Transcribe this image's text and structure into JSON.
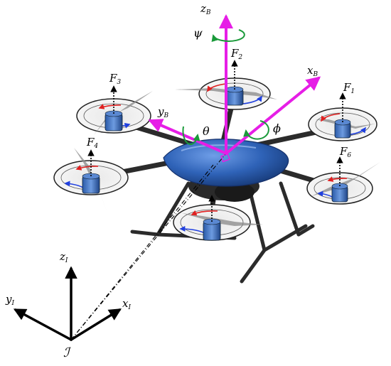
{
  "colors": {
    "body_axes": "#e61ee6",
    "inertial_axes": "#000000",
    "rotation_arrows": "#1a9a3a",
    "drone_body": "#2f63b8",
    "drone_body_dark": "#1d3f80",
    "arms": "#2b2b2b",
    "rotor_arrow_red": "#e02020",
    "rotor_arrow_blue": "#2040e0",
    "force_arrow": "#000000"
  },
  "body_frame": {
    "z": {
      "main": "z",
      "sub": "B"
    },
    "x": {
      "main": "x",
      "sub": "B"
    },
    "y": {
      "main": "y",
      "sub": "B"
    }
  },
  "angles": {
    "yaw": "ψ",
    "pitch": "θ",
    "roll": "ϕ"
  },
  "forces": [
    {
      "main": "F",
      "sub": "1"
    },
    {
      "main": "F",
      "sub": "2"
    },
    {
      "main": "F",
      "sub": "3"
    },
    {
      "main": "F",
      "sub": "4"
    },
    {
      "main": "F",
      "sub": "6"
    }
  ],
  "inertial_frame": {
    "origin": "ℐ",
    "z": {
      "main": "z",
      "sub": "I"
    },
    "x": {
      "main": "x",
      "sub": "I"
    },
    "y": {
      "main": "y",
      "sub": "I"
    }
  }
}
